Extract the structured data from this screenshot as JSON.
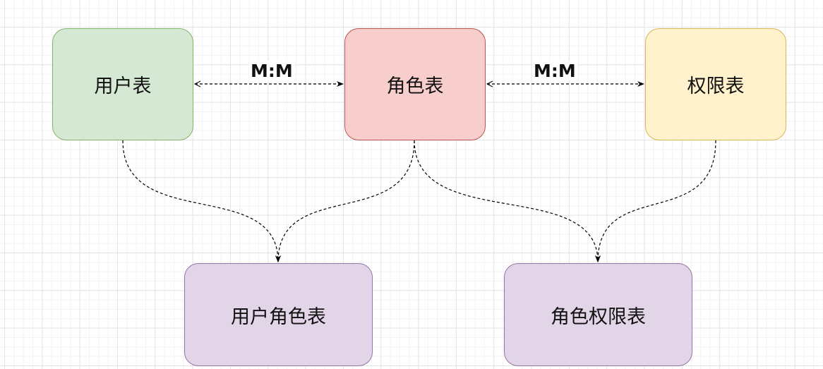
{
  "nodes": {
    "users": "用户表",
    "roles": "角色表",
    "permissions": "权限表",
    "user_roles": "用户角色表",
    "role_permissions": "角色权限表"
  },
  "edges": {
    "users_roles_label": "M:M",
    "roles_permissions_label": "M:M"
  },
  "colors": {
    "green_fill": "#d5e8d4",
    "red_fill": "#f8cecc",
    "yellow_fill": "#fff2cc",
    "purple_fill": "#e1d5e7"
  }
}
